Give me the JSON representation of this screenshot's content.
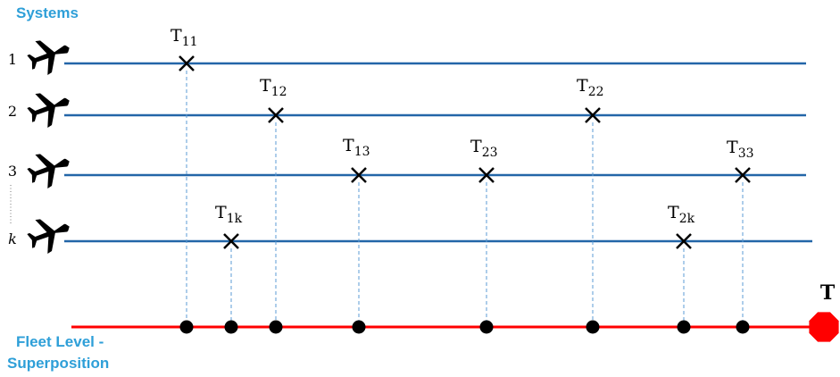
{
  "header": {
    "systems_label": "Systems"
  },
  "fleet": {
    "label_line1": "Fleet Level -",
    "label_line2": "Superposition",
    "end_label": "T"
  },
  "systems": [
    {
      "label": "1"
    },
    {
      "label": "2"
    },
    {
      "label": "3"
    },
    {
      "label": "k"
    }
  ],
  "events": [
    {
      "base": "T",
      "sub": "11",
      "system": 0
    },
    {
      "base": "T",
      "sub": "1k",
      "system": 3
    },
    {
      "base": "T",
      "sub": "12",
      "system": 1
    },
    {
      "base": "T",
      "sub": "13",
      "system": 2
    },
    {
      "base": "T",
      "sub": "23",
      "system": 2
    },
    {
      "base": "T",
      "sub": "22",
      "system": 1
    },
    {
      "base": "T",
      "sub": "2k",
      "system": 3
    },
    {
      "base": "T",
      "sub": "33",
      "system": 2
    }
  ],
  "colors": {
    "system_line": "#2366a8",
    "fleet_line": "#ff0000",
    "dashed": "#5b9bd5",
    "header_text": "#2e9fd8",
    "marker": "#000000"
  },
  "icons": {
    "aircraft": "airplane-icon"
  }
}
